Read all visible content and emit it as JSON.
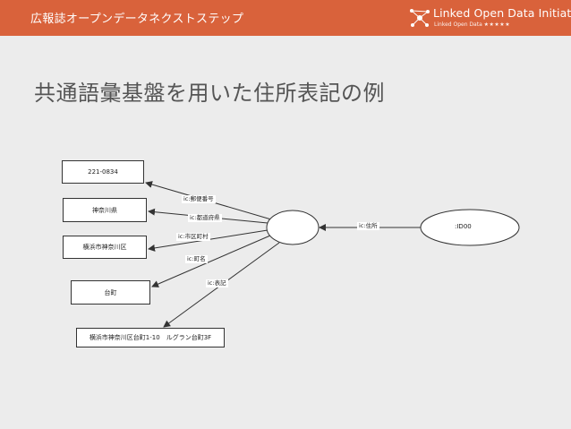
{
  "header": {
    "title": "広報誌オープンデータネクストステップ",
    "logo_name": "Linked Open Data Initiative",
    "logo_sub": "Linked Open Data",
    "logo_stars": "★★★★★"
  },
  "slide": {
    "title": "共通語彙基盤を用いた住所表記の例"
  },
  "diagram": {
    "boxes": {
      "postal": "221-0834",
      "prefecture": "神奈川県",
      "city": "横浜市神奈川区",
      "town": "台町",
      "address": "横浜市神奈川区台町1-10　ルグラン台町3F"
    },
    "nodes": {
      "id_node": ":ID00"
    },
    "edges": {
      "postal": "ic:郵便番号",
      "prefecture": "ic:都道府県",
      "city": "ic:市区町村",
      "town": "ic:町名",
      "address": "ic:表記",
      "jusho": "ic:住所"
    }
  },
  "colors": {
    "header": "#d9623b",
    "background": "#ececec",
    "stroke": "#333333"
  }
}
